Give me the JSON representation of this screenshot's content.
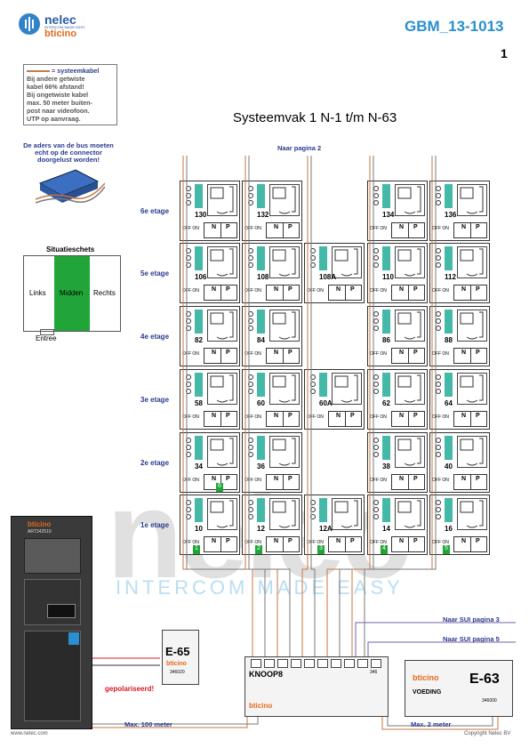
{
  "header": {
    "logo_name": "nelec",
    "logo_tagline": "INTERCOM MADE EASY",
    "brand": "bticino",
    "doc_id": "GBM_13-1013",
    "page_number": "1"
  },
  "legend": {
    "line1": "= systeemkabel",
    "line2": "Bij andere getwiste",
    "line3": "kabel 66% afstand!",
    "line4": "Bij ongetwiste kabel",
    "line5": "max. 50 meter buiten-",
    "line6": "post naar videofoon.",
    "line7": "UTP op aanvraag."
  },
  "title": "Systeemvak 1 N-1 t/m N-63",
  "connector_note": {
    "line1": "De aders van de bus moeten",
    "line2": "echt op de connector",
    "line3": "doorgelust worden!"
  },
  "situation": {
    "title": "Situatieschets",
    "left": "Links",
    "middle": "Midden",
    "right": "Rechts",
    "entrance": "Entree"
  },
  "to_page2": "Naar pagina 2",
  "floors": [
    "6e etage",
    "5e etage",
    "4e etage",
    "3e etage",
    "2e etage",
    "1e etage"
  ],
  "apartments": [
    [
      "130",
      "132",
      "",
      "134",
      "136"
    ],
    [
      "106",
      "108",
      "108A",
      "110",
      "112"
    ],
    [
      "82",
      "84",
      "86",
      "88"
    ],
    [
      "58",
      "60",
      "60A",
      "62",
      "64"
    ],
    [
      "34",
      "36",
      "",
      "38",
      "40"
    ],
    [
      "10",
      "12",
      "12A",
      "14",
      "16"
    ]
  ],
  "cell_labels": {
    "n": "N",
    "p": "P",
    "offon": "OFF ON"
  },
  "floor1_numbers": [
    "1",
    "2",
    "3",
    "4",
    "5"
  ],
  "floor2_number": "6",
  "watermark": {
    "word": "nelec",
    "tagline": "INTERCOM MADE EASY"
  },
  "knoop": {
    "title": "KNOOP8",
    "code": "346",
    "bottom": "bticino"
  },
  "e65": {
    "label": "E-65",
    "brand": "bticino",
    "code": "346020"
  },
  "e63": {
    "label": "E-63",
    "brand": "bticino",
    "sub": "VOEDING",
    "code": "346000"
  },
  "panel": {
    "brand": "bticino",
    "code": "ART342510"
  },
  "notes": {
    "sui3": "Naar SUI pagina 3",
    "sui5": "Naar SUI pagina 5",
    "polarized": "gepolariseerd!",
    "max100": "Max. 100 meter",
    "max2": "Max. 2 meter"
  },
  "footer": {
    "left": "www.nelec.com",
    "right": "Copyright Nelec BV"
  }
}
